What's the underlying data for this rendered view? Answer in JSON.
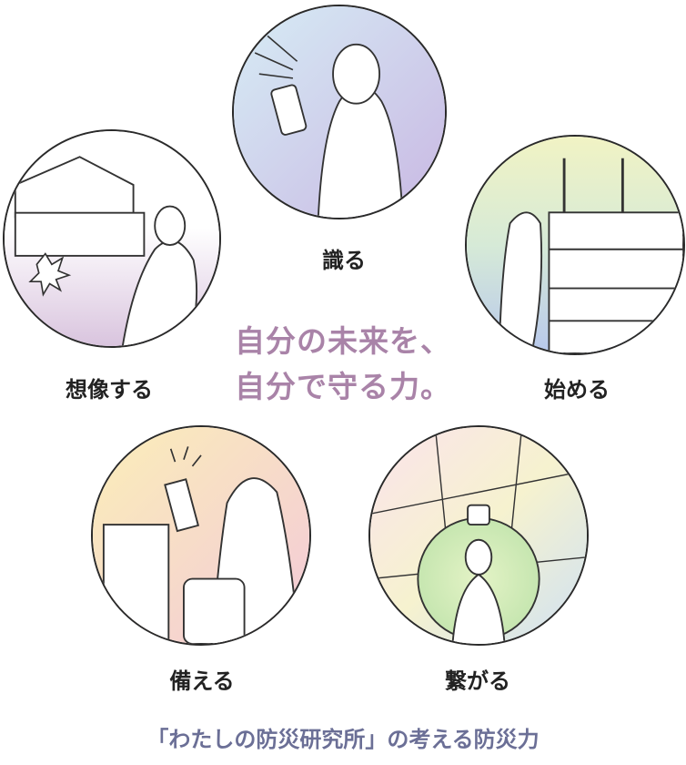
{
  "slogan": {
    "line1": "自分の未来を、",
    "line2": "自分で守る力。"
  },
  "items": [
    {
      "label": "識る",
      "icon": "woman-with-phone-illustration"
    },
    {
      "label": "想像する",
      "icon": "earthquake-damage-illustration"
    },
    {
      "label": "始める",
      "icon": "securing-furniture-illustration"
    },
    {
      "label": "備える",
      "icon": "emergency-supplies-illustration"
    },
    {
      "label": "繋がる",
      "icon": "community-connection-illustration"
    }
  ],
  "caption": "「わたしの防災研究所」の考える防災力",
  "colors": {
    "slogan": "#a983a8",
    "caption": "#6b6f96"
  }
}
